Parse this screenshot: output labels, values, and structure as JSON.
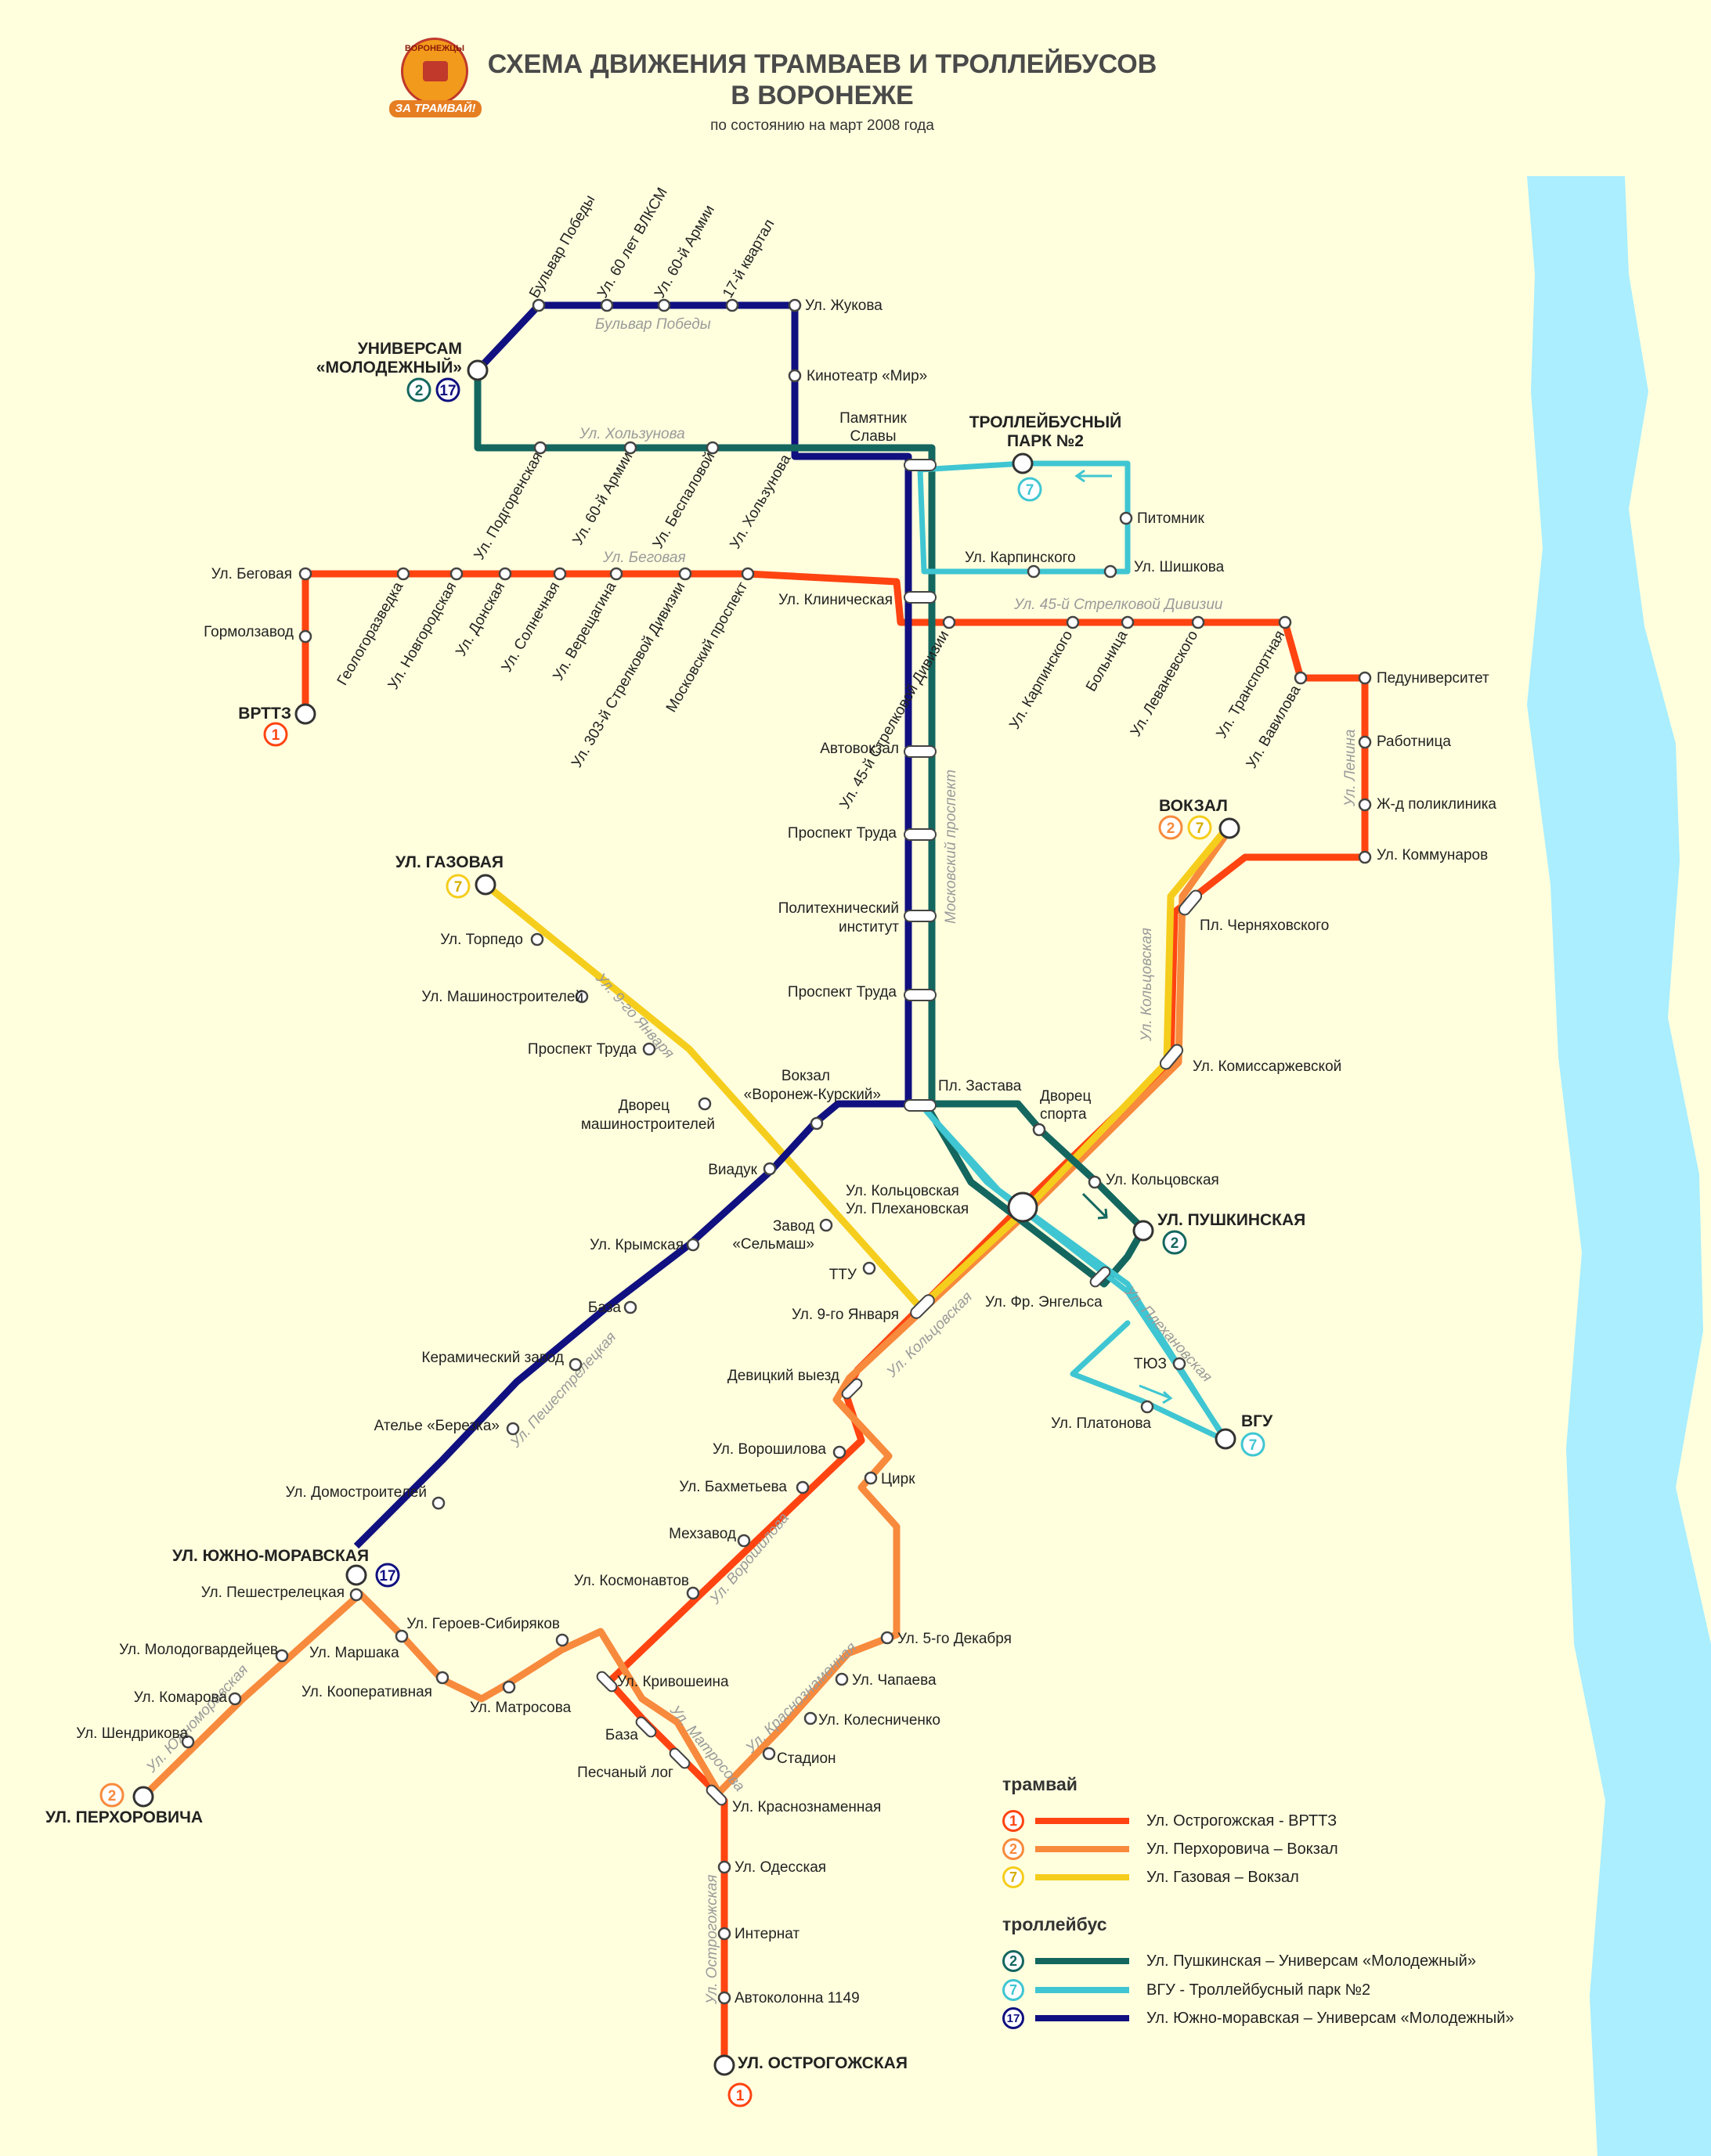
{
  "header": {
    "title_line1": "СХЕМА ДВИЖЕНИЯ ТРАМВАЕВ И ТРОЛЛЕЙБУСОВ",
    "title_line2": "В ВОРОНЕЖЕ",
    "subtitle": "по состоянию на март 2008 года"
  },
  "logo": {
    "top_text": "ВОРОНЕЖЦЫ",
    "bottom_text": "ЗА ТРАМВАЙ!"
  },
  "colors": {
    "background": "#ffffde",
    "river": "#aaeeff",
    "tram1": "#ff4411",
    "tram2": "#f78a3c",
    "tram7": "#f5cd1c",
    "troll2": "#14675f",
    "troll7": "#3fc6d2",
    "troll17": "#101080",
    "street_label": "#9a9a9a"
  },
  "legend": {
    "tram_heading": "трамвай",
    "trolley_heading": "троллейбус",
    "tram": [
      {
        "num": "1",
        "color": "#ff4411",
        "text": "Ул. Острогожская - ВРТТЗ"
      },
      {
        "num": "2",
        "color": "#f78a3c",
        "text": "Ул. Перхоровича – Вокзал"
      },
      {
        "num": "7",
        "color": "#f5cd1c",
        "text": "Ул. Газовая – Вокзал"
      }
    ],
    "trolley": [
      {
        "num": "2",
        "color": "#14675f",
        "text": "Ул. Пушкинская – Универсам «Молодежный»"
      },
      {
        "num": "7",
        "color": "#3fc6d2",
        "text": "ВГУ - Троллейбусный парк №2"
      },
      {
        "num": "17",
        "color": "#101080",
        "text": "Ул. Южно-моравская – Универсам «Молодежный»"
      }
    ]
  },
  "terminals": [
    {
      "name": "УНИВЕРСАМ «МОЛОДЕЖНЫЙ»",
      "routes": [
        "2",
        "17"
      ]
    },
    {
      "name": "ТРОЛЛЕЙБУСНЫЙ ПАРК №2",
      "routes": [
        "7"
      ]
    },
    {
      "name": "ВРТТЗ",
      "routes": [
        "1"
      ]
    },
    {
      "name": "ВОКЗАЛ",
      "routes": [
        "2",
        "7"
      ]
    },
    {
      "name": "УЛ. ГАЗОВАЯ",
      "routes": [
        "7"
      ]
    },
    {
      "name": "УЛ. ПУШКИНСКАЯ",
      "routes": [
        "2"
      ]
    },
    {
      "name": "ВГУ",
      "routes": [
        "7"
      ]
    },
    {
      "name": "УЛ. ЮЖНО-МОРАВСКАЯ",
      "routes": [
        "17"
      ]
    },
    {
      "name": "УЛ. ПЕРХОРОВИЧА",
      "routes": [
        "2"
      ]
    },
    {
      "name": "УЛ. ОСТРОГОЖСКАЯ",
      "routes": [
        "1"
      ]
    }
  ],
  "stops": {
    "bulvar_pobedy": "Бульвар Победы",
    "vlksm": "Ул. 60 лет ВЛКСМ",
    "armii60": "Ул. 60-й Армии",
    "kvartal17": "17-й квартал",
    "zhukova": "Ул. Жукова",
    "mir": "Кинотеатр «Мир»",
    "pamyatnik": "Памятник Славы",
    "pitomnik": "Питомник",
    "shishkova": "Ул. Шишкова",
    "karpinskogo_t": "Ул. Карпинского",
    "podgorenskaya": "Ул. Подгоренская",
    "armii60b": "Ул. 60-й Армии",
    "bespalovoy": "Ул. Беспаловой",
    "holzunova": "Ул. Хользунова",
    "begovaya": "Ул. Беговая",
    "gormolzavod": "Гормолзавод",
    "geologorazvedka": "Геологоразведка",
    "novgorodskaya": "Ул. Новгородская",
    "donskaya": "Ул. Донская",
    "solnechnaya": "Ул. Солнечная",
    "vereshagina": "Ул. Верещагина",
    "div303": "Ул. 303-й Стрелковой Дивизии",
    "moskovskiy": "Московский проспект",
    "klinicheskaya": "Ул. Клиническая",
    "div45": "Ул. 45-й Стрелковой Дивизии",
    "karpinskogo": "Ул. Карпинского",
    "bolnica": "Больница",
    "levanevskogo": "Ул. Леваневского",
    "transportnaya": "Ул. Транспортная",
    "vavilova": "Ул. Вавилова",
    "peduniversitet": "Педуниверситет",
    "rabotnica": "Работница",
    "zhd": "Ж-д поликлиника",
    "kommunarov": "Ул. Коммунаров",
    "avtovokzal": "Автовокзал",
    "prospekt_truda1": "Проспект Труда",
    "polytech": "Политехнический институт",
    "prospekt_truda2": "Проспект Труда",
    "vokzal_kursky": "Вокзал «Воронеж-Курский»",
    "pl_zastava": "Пл. Застава",
    "dvorec_sporta": "Дворец спорта",
    "kolcovskaya_t": "Ул. Кольцовская",
    "kolc_plekh": "Ул. Кольцовская Ул. Плехановская",
    "chernyahovskogo": "Пл. Черняховского",
    "komissarzhevskoy": "Ул. Комиссаржевской",
    "torpedo": "Ул. Торпедо",
    "mashinostroiteley": "Ул. Машиностроителей",
    "prospekt_truda3": "Проспект Труда",
    "dvorec_mash": "Дворец машиностроителей",
    "viaduk": "Виадук",
    "selmash": "Завод «Сельмаш»",
    "ttu": "ТТУ",
    "yanvarya9": "Ул. 9-го Января",
    "engelsa": "Ул. Фр. Энгельса",
    "tyuz": "ТЮЗ",
    "platonova": "Ул. Платонова",
    "krymskaya": "Ул. Крымская",
    "baza": "База",
    "keram": "Керамический завод",
    "berezka": "Ателье «Березка»",
    "domostroiteley": "Ул. Домостроителей",
    "devickiy": "Девицкий выезд",
    "voroshilova": "Ул. Ворошилова",
    "bahmeteva": "Ул. Бахметьева",
    "cirk": "Цирк",
    "mehzavod": "Мехзавод",
    "kosmonavtov": "Ул. Космонавтов",
    "dekabrya5": "Ул. 5-го Декабря",
    "chapaeva": "Ул. Чапаева",
    "kolesnichenko": "Ул. Колесниченко",
    "stadion": "Стадион",
    "krasnoznamennaya": "Ул. Краснознаменная",
    "pesh": "Ул. Пешестрелецкая",
    "molodogv": "Ул. Молодогвардейцев",
    "marshaka": "Ул. Маршака",
    "komarova": "Ул. Комарова",
    "kooperativnaya": "Ул. Кооперативная",
    "shendrikova": "Ул. Шендрикова",
    "geroev": "Ул. Героев-Сибиряков",
    "matrosova": "Ул. Матросова",
    "krivoshein": "Ул. Кривошеина",
    "baza2": "База",
    "peschaniy": "Песчаный лог",
    "odesskaya": "Ул. Одесская",
    "internat": "Интернат",
    "avtokolonna": "Автоколонна 1149"
  },
  "streets": {
    "bulvar": "Бульвар Победы",
    "holzunova": "Ул. Хользунова",
    "begovaya": "Ул. Беговая",
    "div45": "Ул. 45-й Стрелковой Дивизии",
    "moskovskiy": "Московский проспект",
    "lenina": "Ул. Ленина",
    "kolcovskaya": "Ул. Кольцовская",
    "yanvarya9": "Ул. 9-го Января",
    "plehanovskaya": "Ул. Плехановская",
    "kolcovskaya2": "Ул. Кольцовская",
    "peshestr": "Ул. Пешестрелецкая",
    "voroshilova": "Ул. Ворошилова",
    "krasnoznam": "Ул. Краснознаменная",
    "matrosova": "Ул. Матросова",
    "yuzhnomor": "Ул. Южноморавская",
    "ostrog": "Ул. Острогожская"
  }
}
